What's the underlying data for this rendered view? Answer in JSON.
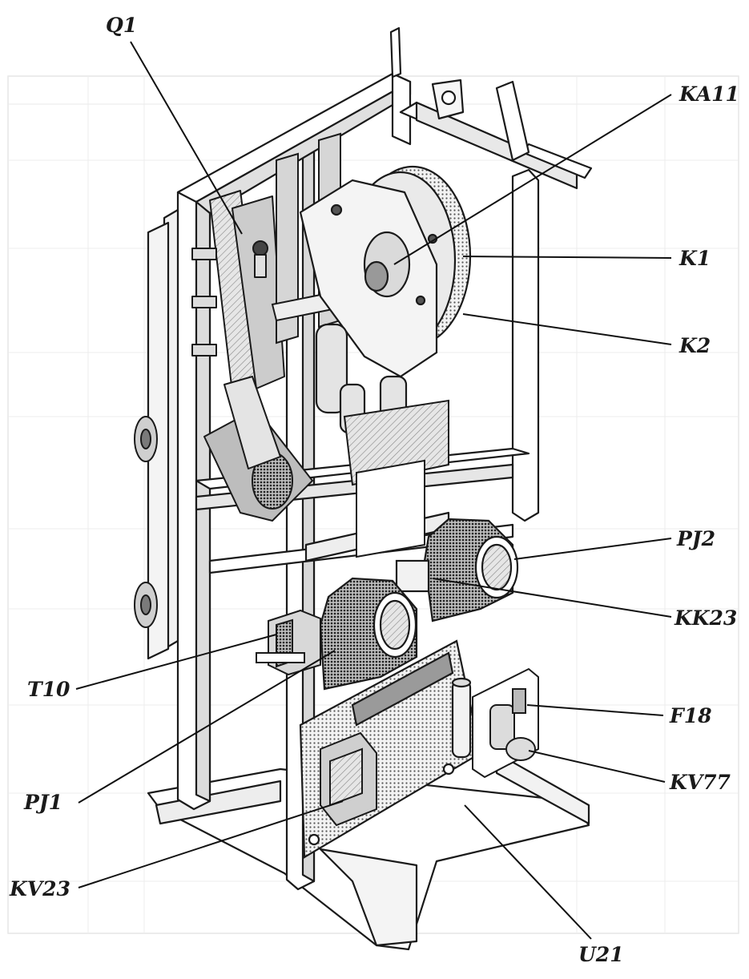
{
  "diagram": {
    "callouts": [
      {
        "id": "q1",
        "text": "Q1"
      },
      {
        "id": "ka11",
        "text": "KA11"
      },
      {
        "id": "k1",
        "text": "K1"
      },
      {
        "id": "k2",
        "text": "K2"
      },
      {
        "id": "pj2",
        "text": "PJ2"
      },
      {
        "id": "kk23",
        "text": "KK23"
      },
      {
        "id": "t10",
        "text": "T10"
      },
      {
        "id": "f18",
        "text": "F18"
      },
      {
        "id": "kv77",
        "text": "KV77"
      },
      {
        "id": "pj1",
        "text": "PJ1"
      },
      {
        "id": "kv23",
        "text": "KV23"
      },
      {
        "id": "u21",
        "text": "U21"
      }
    ]
  }
}
